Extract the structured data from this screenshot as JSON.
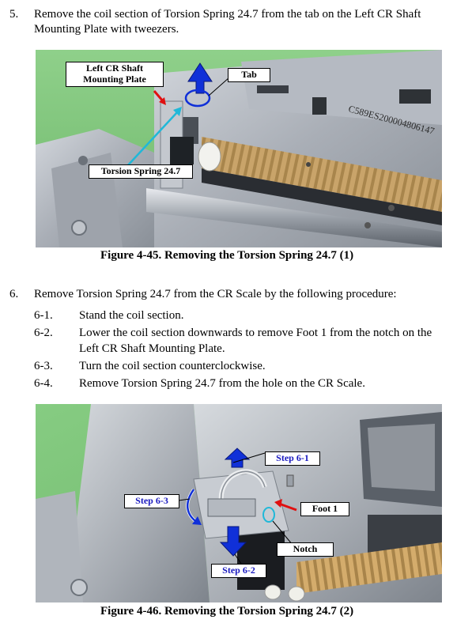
{
  "step5": {
    "number": "5.",
    "line1": "Remove the coil section of Torsion Spring 24.7 from the tab on the Left CR Shaft",
    "line2": "Mounting Plate with tweezers."
  },
  "figure1": {
    "labels": {
      "plate_line1": "Left CR Shaft",
      "plate_line2": "Mounting Plate",
      "tab": "Tab",
      "spring": "Torsion Spring 24.7",
      "code": "C589ES200004806147"
    },
    "caption": "Figure 4-45. Removing the Torsion Spring 24.7 (1)"
  },
  "step6": {
    "number": "6.",
    "text": "Remove Torsion Spring 24.7 from the CR Scale by the following procedure:",
    "substeps": [
      {
        "num": "6-1.",
        "line1": "Stand the coil section.",
        "line2": ""
      },
      {
        "num": "6-2.",
        "line1": "Lower the coil section downwards to remove Foot 1 from the notch on the",
        "line2": "Left CR Shaft Mounting Plate."
      },
      {
        "num": "6-3.",
        "line1": "Turn the coil section counterclockwise.",
        "line2": ""
      },
      {
        "num": "6-4.",
        "line1": "Remove Torsion Spring 24.7 from the hole on the CR Scale.",
        "line2": ""
      }
    ]
  },
  "figure2": {
    "labels": {
      "step61": "Step 6-1",
      "step63": "Step 6-3",
      "foot1": "Foot 1",
      "notch": "Notch",
      "step62": "Step 6-2"
    },
    "caption": "Figure 4-46. Removing the Torsion Spring 24.7 (2)"
  },
  "colors": {
    "arrow_blue": "#1030d8",
    "arrow_red": "#e01010",
    "arrow_cyan": "#20b8d8",
    "background_green": "#7ec87a",
    "metal": "#b8bcc4"
  }
}
